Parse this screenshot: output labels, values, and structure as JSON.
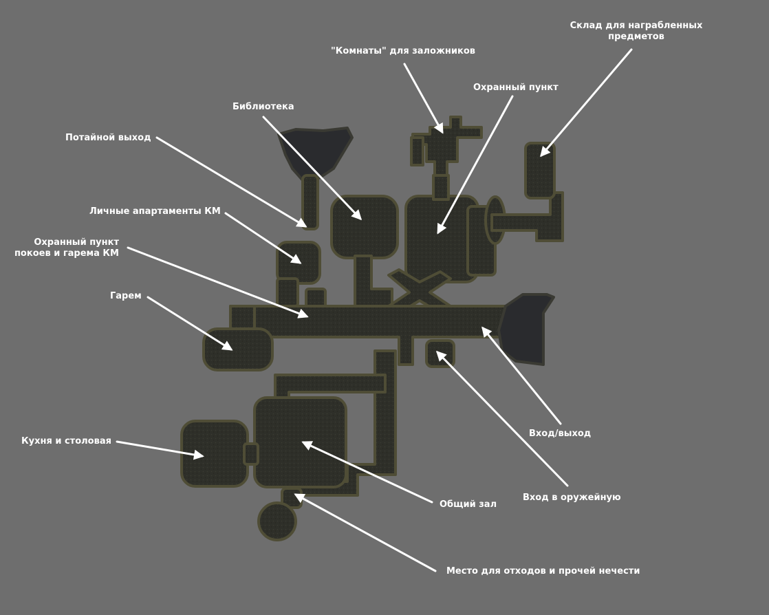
{
  "labels": {
    "storage": [
      "Склад для награбленных",
      "предметов"
    ],
    "hostage_rooms": "\"Комнаты\" для заложников",
    "guard_post": "Охранный пункт",
    "library": "Библиотека",
    "secret_exit": "Потайной выход",
    "km_apartments": "Личные апартаменты КМ",
    "harem_guard_post": [
      "Охранный пункт",
      "покоев и гарема КМ"
    ],
    "harem": "Гарем",
    "entrance_exit": "Вход/выход",
    "kitchen_dining": "Кухня и столовая",
    "armory_entrance": "Вход в оружейную",
    "common_hall": "Общий зал",
    "waste_area": "Место для отходов и прочей нечести"
  },
  "colors": {
    "background": "#6e6e6e",
    "cave_floor": "#2f2f28",
    "cave_edge": "#4f4d36",
    "water": "#2a2b2e",
    "arrow": "#ffffff",
    "label_text": "#ffffff"
  }
}
